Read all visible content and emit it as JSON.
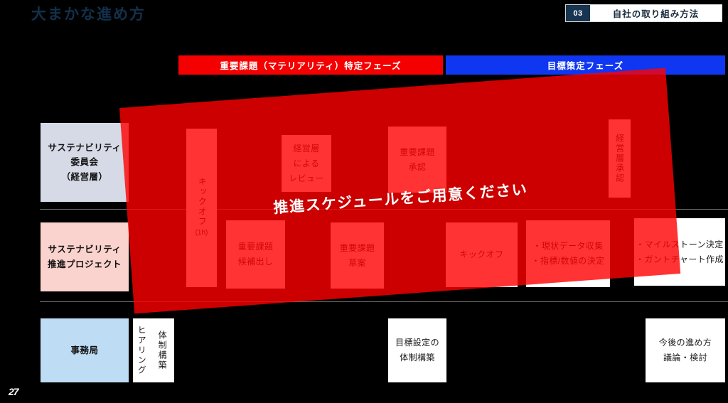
{
  "header": {
    "title": "大まかな進め方",
    "badge_number": "03",
    "badge_label": "自社の取り組み方法"
  },
  "phases": [
    {
      "label": "重要課題（マテリアリティ）特定フェーズ",
      "color": "#f50000"
    },
    {
      "label": "目標策定フェーズ",
      "color": "#0f37f2"
    }
  ],
  "rows": [
    {
      "label_line1": "サステナビリティ",
      "label_line2": "委員会",
      "label_line3": "（経営層）",
      "color": "#d5dae6"
    },
    {
      "label_line1": "サステナビリティ",
      "label_line2": "推進プロジェクト",
      "label_line3": "",
      "color": "#fbd3ce"
    },
    {
      "label_line1": "事務局",
      "label_line2": "",
      "label_line3": "",
      "color": "#bedcf4"
    }
  ],
  "tasks": {
    "kickoff_1": {
      "line1": "キックオフ",
      "sub": "(1h)"
    },
    "review": {
      "line1": "経営層",
      "line2": "による",
      "line3": "レビュー"
    },
    "approve": {
      "line1": "重要課題",
      "line2": "承認"
    },
    "approve_2": {
      "line1": "経営層承認"
    },
    "candidates": {
      "line1": "重要課題",
      "line2": "候補出し"
    },
    "draft": {
      "line1": "重要課題",
      "line2": "草案"
    },
    "kickoff_2": {
      "line1": "キックオフ"
    },
    "data": {
      "line1": "・現状データ収集",
      "line2": "・指標/数値の決定"
    },
    "milestone": {
      "line1": "・マイルストーン決定",
      "line2": "・ガントチャート作成"
    },
    "hearing": {
      "line1": "ヒアリング"
    },
    "structure": {
      "line1": "体制構築"
    },
    "goal_setup": {
      "line1": "目標設定の",
      "line2": "体制構築"
    },
    "next_steps": {
      "line1": "今後の進め方",
      "line2": "議論・検討"
    }
  },
  "overlay": {
    "message": "推進スケジュールをご用意ください",
    "color": "#ff0000"
  },
  "footer": {
    "page_number": "27"
  }
}
